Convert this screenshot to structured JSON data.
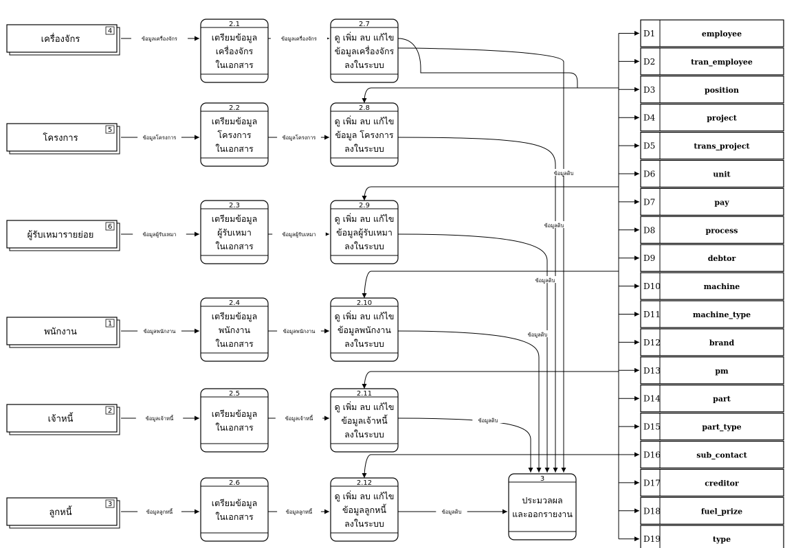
{
  "external_entities": [
    {
      "id": "4",
      "label": "เครื่องจักร"
    },
    {
      "id": "5",
      "label": "โครงการ"
    },
    {
      "id": "6",
      "label": "ผู้รับเหมารายย่อย"
    },
    {
      "id": "1",
      "label": "พนักงาน"
    },
    {
      "id": "2",
      "label": "เจ้าหนี้"
    },
    {
      "id": "3",
      "label": "ลูกหนี้"
    }
  ],
  "prepare_processes": [
    {
      "id": "2.1",
      "lines": [
        "เตรียมข้อมูล",
        "เครื่องจักร",
        "ในเอกสาร"
      ]
    },
    {
      "id": "2.2",
      "lines": [
        "เตรียมข้อมูล",
        "โครงการ",
        "ในเอกสาร"
      ]
    },
    {
      "id": "2.3",
      "lines": [
        "เตรียมข้อมูล",
        "ผู้รับเหมา",
        "ในเอกสาร"
      ]
    },
    {
      "id": "2.4",
      "lines": [
        "เตรียมข้อมูล",
        "พนักงาน",
        "ในเอกสาร"
      ]
    },
    {
      "id": "2.5",
      "lines": [
        "เตรียมข้อมูล",
        "ในเอกสาร"
      ]
    },
    {
      "id": "2.6",
      "lines": [
        "เตรียมข้อมูล",
        "ในเอกสาร"
      ]
    }
  ],
  "edit_processes": [
    {
      "id": "2.7",
      "lines": [
        "ดู เพิ่ม ลบ แก้ไข",
        "ข้อมูลเครื่องจักร",
        "ลงในระบบ"
      ]
    },
    {
      "id": "2.8",
      "lines": [
        "ดู เพิ่ม ลบ แก้ไข",
        "ข้อมูล โครงการ",
        "ลงในระบบ"
      ]
    },
    {
      "id": "2.9",
      "lines": [
        "ดู เพิ่ม ลบ แก้ไข",
        "ข้อมูลผู้รับเหมา",
        "ลงในระบบ"
      ]
    },
    {
      "id": "2.10",
      "lines": [
        "ดู เพิ่ม ลบ แก้ไข",
        "ข้อมูลพนักงาน",
        "ลงในระบบ"
      ]
    },
    {
      "id": "2.11",
      "lines": [
        "ดู เพิ่ม ลบ แก้ไข",
        "ข้อมูลเจ้าหนี้",
        "ลงในระบบ"
      ]
    },
    {
      "id": "2.12",
      "lines": [
        "ดู เพิ่ม ลบ แก้ไข",
        "ข้อมูลลูกหนี้",
        "ลงในระบบ"
      ]
    }
  ],
  "report_process": {
    "id": "3",
    "lines": [
      "ประมวลผล",
      "และออกรายงาน"
    ]
  },
  "flow_labels": {
    "entity_to_prepare": [
      "ข้อมูลเครื่องจักร",
      "ข้อมูลโครงการ",
      "ข้อมูลผู้รับเหมา",
      "ข้อมูลพนักงาน",
      "ข้อมูลเจ้าหนี้",
      "ข้อมูลลูกหนี้"
    ],
    "prepare_to_edit": [
      "ข้อมูลเครื่องจักร",
      "ข้อมูลโครงการ",
      "ข้อมูลผู้รับเหมา",
      "ข้อมูลพนักงาน",
      "ข้อมูลเจ้าหนี้",
      "ข้อมูลลูกหนี้"
    ],
    "raw_data": "ข้อมูลดิบ"
  },
  "data_stores": [
    {
      "id": "D1",
      "name": "employee"
    },
    {
      "id": "D2",
      "name": "tran_employee"
    },
    {
      "id": "D3",
      "name": "position"
    },
    {
      "id": "D4",
      "name": "project"
    },
    {
      "id": "D5",
      "name": "trans_project"
    },
    {
      "id": "D6",
      "name": "unit"
    },
    {
      "id": "D7",
      "name": "pay"
    },
    {
      "id": "D8",
      "name": "process"
    },
    {
      "id": "D9",
      "name": "debtor"
    },
    {
      "id": "D10",
      "name": "machine"
    },
    {
      "id": "D11",
      "name": "machine_type"
    },
    {
      "id": "D12",
      "name": "brand"
    },
    {
      "id": "D13",
      "name": "pm"
    },
    {
      "id": "D14",
      "name": "part"
    },
    {
      "id": "D15",
      "name": "part_type"
    },
    {
      "id": "D16",
      "name": "sub_contact"
    },
    {
      "id": "D17",
      "name": "creditor"
    },
    {
      "id": "D18",
      "name": "fuel_prize"
    },
    {
      "id": "D19",
      "name": "type"
    }
  ]
}
